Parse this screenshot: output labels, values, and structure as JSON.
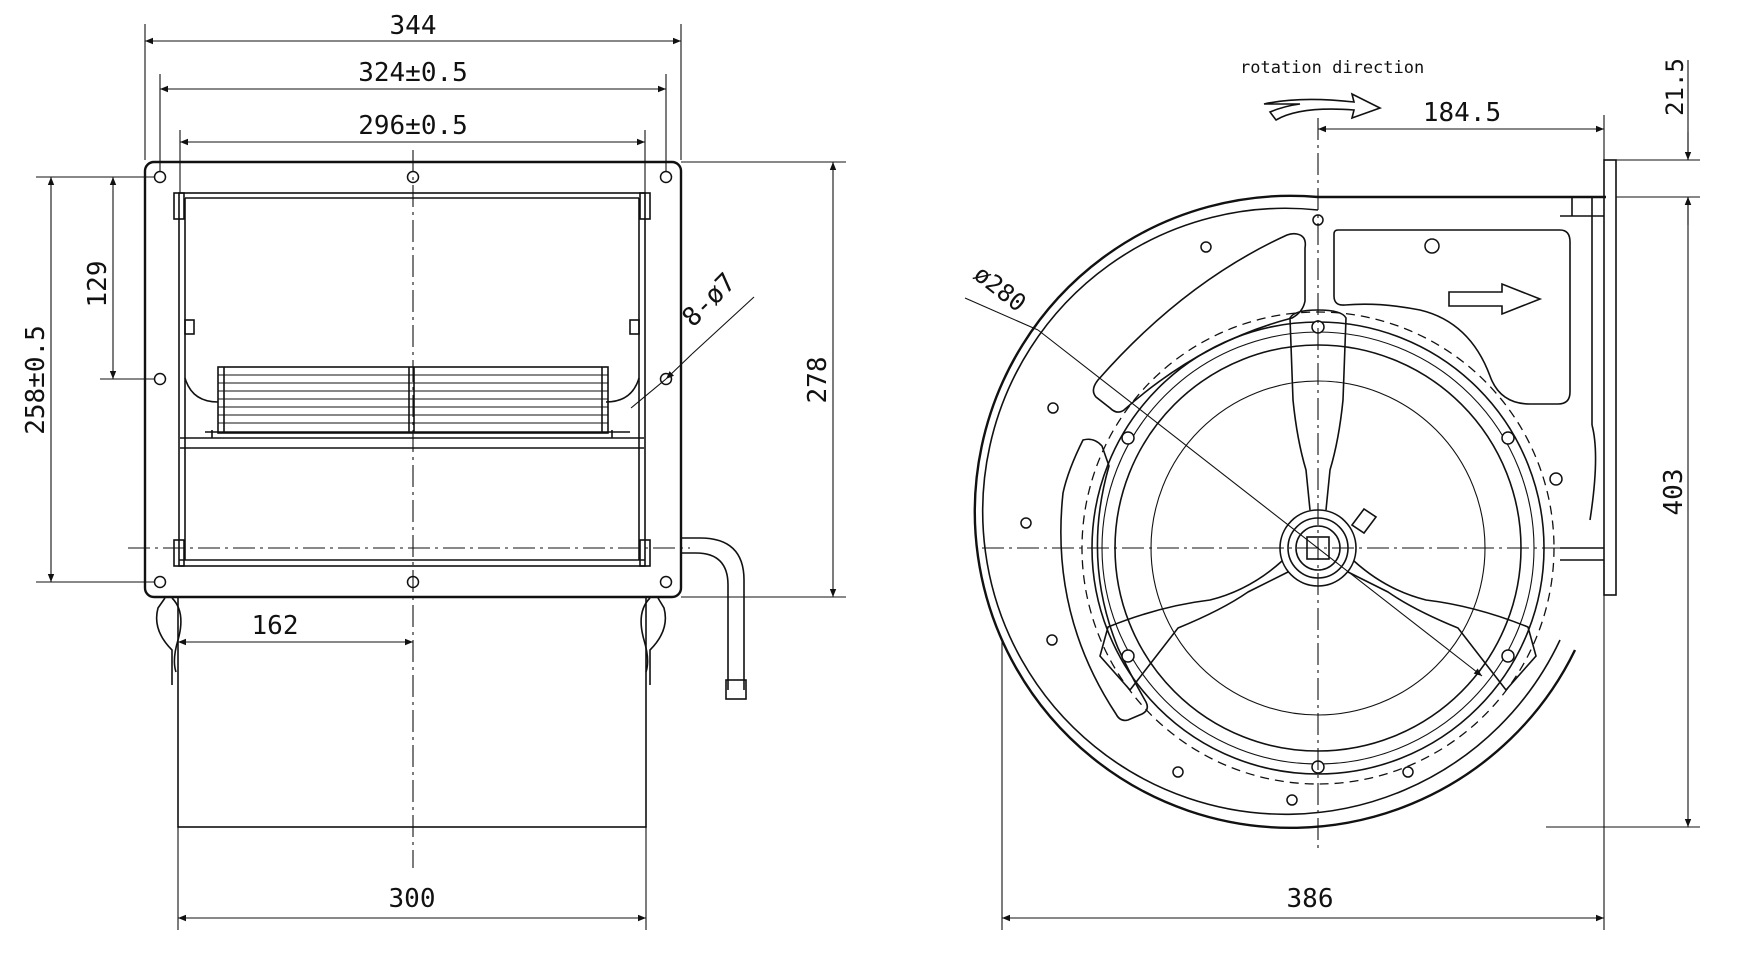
{
  "dimensions": {
    "front": {
      "overall_width": "344",
      "hole_spacing": "324±0.5",
      "inner_width": "296±0.5",
      "hole_pattern": "8-ø7",
      "height_278": "278",
      "height_258": "258±0.5",
      "offset_129": "129",
      "offset_162": "162",
      "bottom_300": "300"
    },
    "side": {
      "diameter": "ø280",
      "offset_184": "184.5",
      "top_21": "21.5",
      "height_403": "403",
      "bottom_386": "386"
    }
  },
  "notes": {
    "rotation": "rotation direction"
  },
  "colors": {
    "line": "#111111",
    "background": "#ffffff"
  }
}
